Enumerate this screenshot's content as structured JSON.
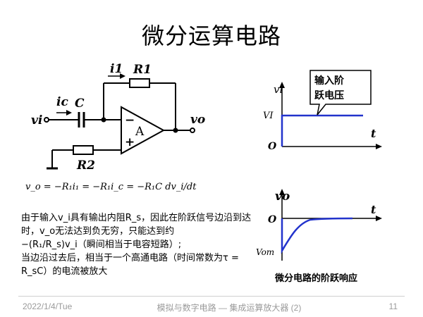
{
  "slide": {
    "title": "微分运算电路",
    "formula": "v_o = −R₁i₁ = −R₁i_c = −R₁C dv_i/dt",
    "explanation": [
      "由于输入v_i具有输出内阻R_s，因此在阶跃信号边沿到达时，v_o无法达到负无穷，只能达到约",
      "−(R₁/R_s)v_i（瞬间相当于电容短路）;",
      "当边沿过去后，相当于一个高通电路（时间常数为τ = R_sC）的电流被放大"
    ],
    "step_caption": "微分电路的阶跃响应"
  },
  "circuit": {
    "vi": "vi",
    "ic": "ic",
    "c": "C",
    "i1": "i1",
    "r1": "R1",
    "minus": "−",
    "plus": "+",
    "amp": "A",
    "vo": "vo",
    "r2": "R2"
  },
  "input_graph": {
    "ylabel": "vi",
    "level": "VI",
    "origin": "O",
    "xlabel": "t",
    "callout": [
      "输入阶",
      "跃电压"
    ]
  },
  "output_graph": {
    "ylabel": "vo",
    "origin": "O",
    "xlabel": "t",
    "min_label": "Vom"
  },
  "colors": {
    "signal": "#2233cc",
    "line": "#000000"
  },
  "footer": {
    "date": "2022/1/4/Tue",
    "course": "模拟与数字电路 — 集成运算放大器 (2)",
    "page": "11"
  }
}
